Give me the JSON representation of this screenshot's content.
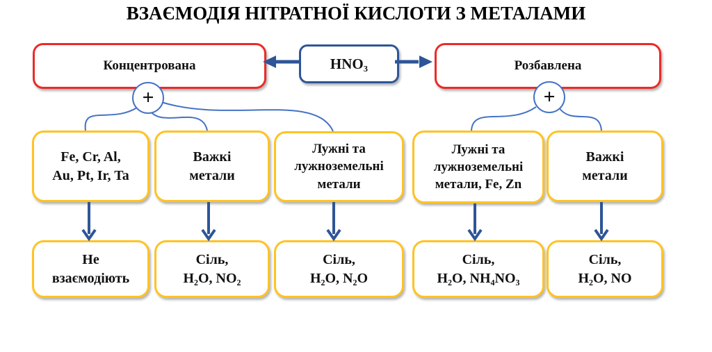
{
  "title": "ВЗАЄМОДІЯ НІТРАТНОЇ КИСЛОТИ З МЕТАЛАМИ",
  "acid": {
    "formula": "HNO₃"
  },
  "branches": {
    "concentrated": {
      "label": "Концентрована",
      "plus": "+"
    },
    "diluted": {
      "label": "Розбавлена",
      "plus": "+"
    }
  },
  "columns": [
    {
      "branch": "concentrated",
      "metals": "Fe, Cr, Al,\nAu, Pt, Ir, Ta",
      "products": "Не\nвзаємодіють"
    },
    {
      "branch": "concentrated",
      "metals": "Важкі\nметали",
      "products": "Сіль,\nH₂O, NO₂"
    },
    {
      "branch": "concentrated",
      "metals": "Лужні та\nлужноземельні\nметали",
      "products": "Сіль,\nH₂O, N₂O"
    },
    {
      "branch": "diluted",
      "metals": "Лужні та\nлужноземельні\nметали, Fe, Zn",
      "products": "Сіль,\nH₂O, NH₄NO₃"
    },
    {
      "branch": "diluted",
      "metals": "Важкі\nметали",
      "products": "Сіль,\nH₂O, NO"
    }
  ],
  "colors": {
    "acid_type_border": "#EC2A28",
    "formula_border": "#2E5597",
    "metal_box_border": "#FFC323",
    "arrow": "#2E5597",
    "connector": "#4472C4",
    "text": "#111111"
  }
}
